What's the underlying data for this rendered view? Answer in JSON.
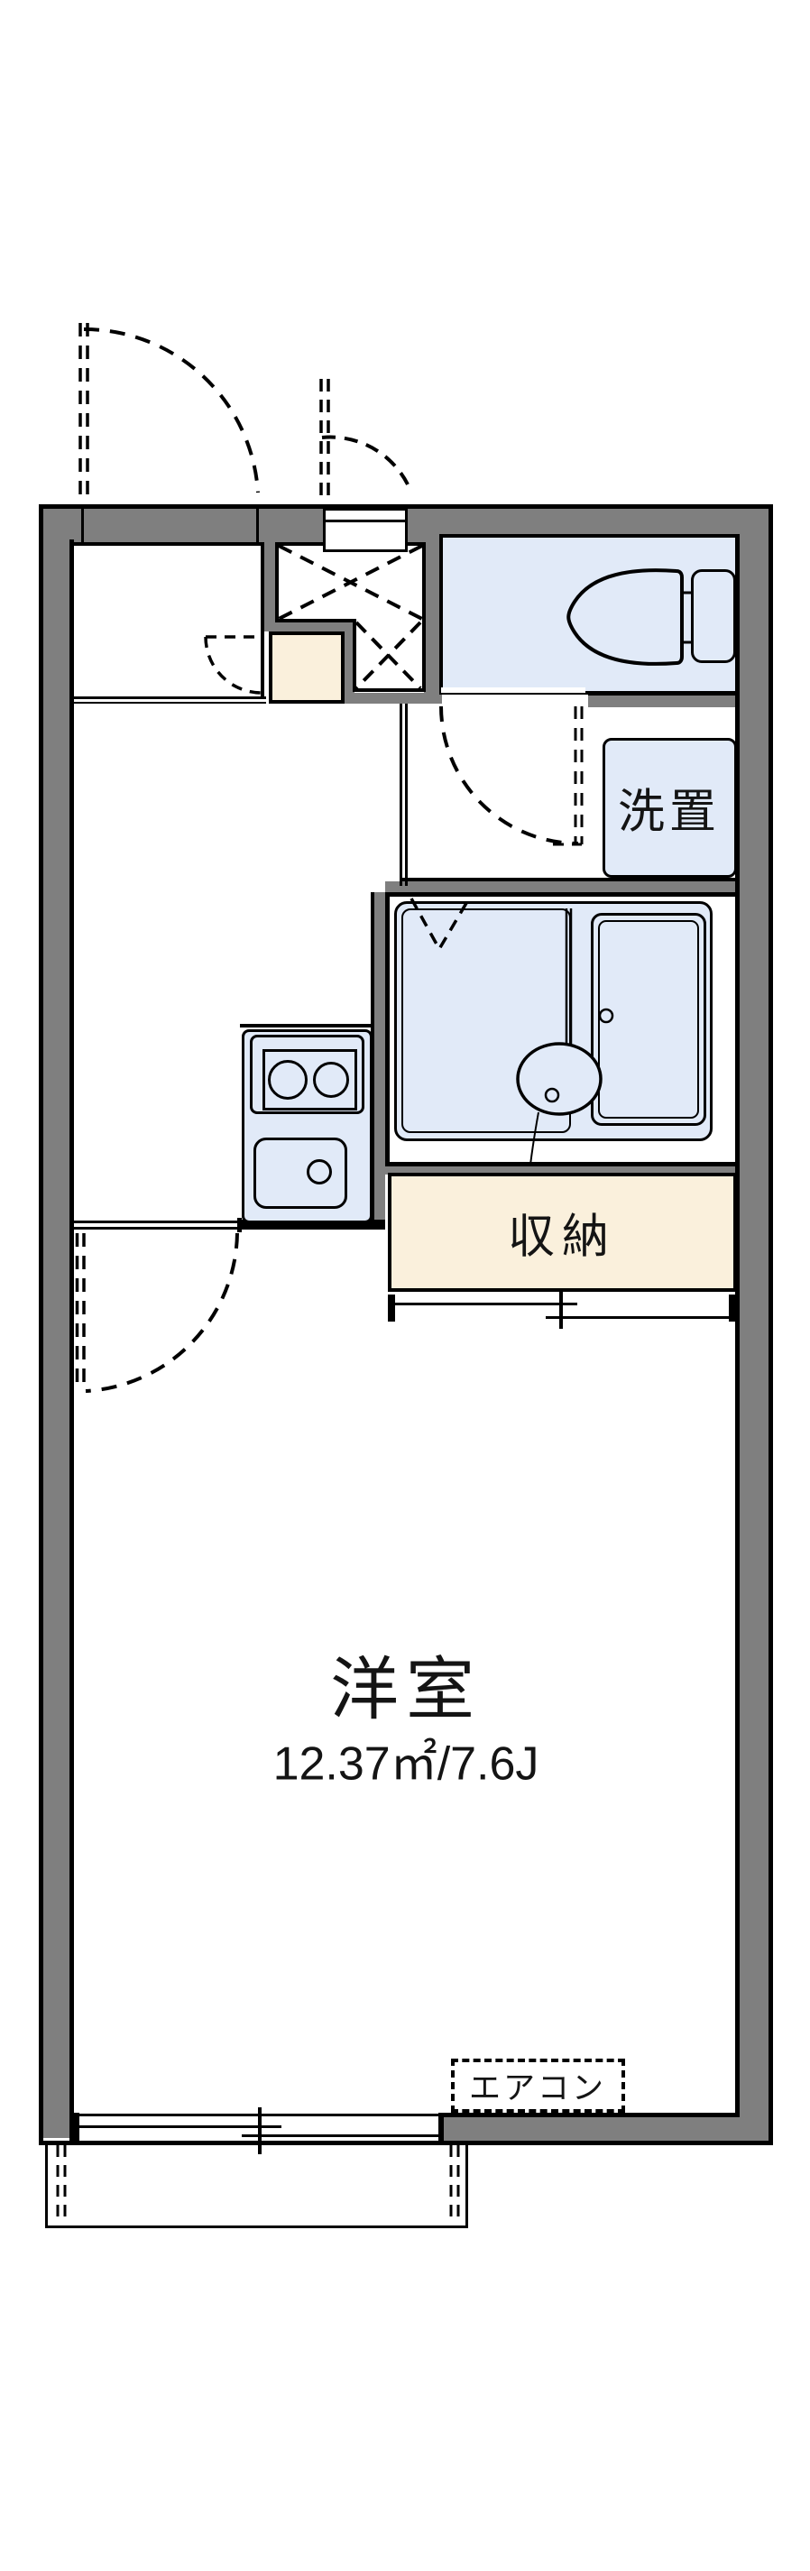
{
  "diagram_type": "apartment-floor-plan",
  "labels": {
    "main_room_name": "洋室",
    "main_room_area": "12.37㎡/7.6J",
    "storage": "収納",
    "laundry": "洗置",
    "aircon": "エアコン"
  },
  "colors": {
    "wall_gray": "#7f7f7f",
    "outline_black": "#000000",
    "fixture_blue": "#e1eaf8",
    "storage_cream": "#faf0dc",
    "background_white": "#ffffff"
  }
}
